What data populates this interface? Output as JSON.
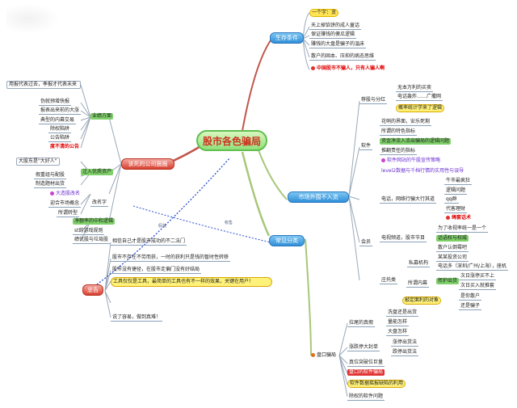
{
  "central": "股市各色骗局",
  "topics": {
    "survival": "生存条件",
    "company": "该死的公司圈圈",
    "market": "市场外围不入流",
    "common": "常见分类",
    "advice": "忠告"
  },
  "survival_items": [
    "一个字：贪",
    "天上掉馅饼的成人童话",
    "保证赚钱的傻瓜逻辑",
    "赚钱的大盘是骗子的温床",
    "散户的固本、压抑的病态思维",
    "中国股市不骗人，只有人骗人啊"
  ],
  "company": {
    "perf_label": "业绩方面",
    "perf_note": "用报代表过去，季报才代表未来",
    "perf_items": [
      "伪就预增快报",
      "报表出来前的大涨",
      "典型的内幕交易",
      "除权陷阱",
      "公告陷阱",
      "度不清的公告"
    ],
    "inject_label": "注入优质资产",
    "inject_note": "大股东是\"大好人\"",
    "inject_items": [
      "假重组与配股",
      "制造题材出货"
    ],
    "rename_label": "大造股改名",
    "rename_items": [
      "改名字",
      "迎合市场概念",
      "所谓转型"
    ],
    "value_label": "净额率的中和逻辑",
    "value_items": [
      "st的游戏规则",
      "绩优股与垃圾股"
    ]
  },
  "advice_items": [
    "相信自己才是股市成功的不二法门",
    "股市不存在不劳而获，一时的获利只是钱的暂时性转移",
    "股市没有捷径，在股市走偏门没有好结局",
    "工具仅仅是工具，最简单的工具也有不一样的效果，关键在用户！",
    "说了容易，做到真难！"
  ],
  "market": {
    "recommend": "荐股与分红",
    "rec_items": [
      "无本万利的买卖",
      "电话轰炸……广撒网",
      "概率统计学来了逻辑"
    ],
    "software": "软件",
    "soft_items": [
      "花哨的界面，安乐死剩",
      "所谓的特色指标",
      "资金净流入流出骗局的逻辑问题",
      "推翻责任的指标",
      "软件网站的牛股宣传策略",
      "level2数据与千档行情的实用性与误导"
    ],
    "phone": "电话，网络行骗大行其道",
    "phone_items": [
      "牛市最疯狂",
      "逻辑问题",
      "qq群",
      "代客理财",
      "绳套话术"
    ],
    "club": "会员",
    "club_items": [
      "电视频道，股市节目",
      "为了收视率统一是一个",
      "话语权与权威",
      "散户认倒霉吧"
    ],
    "private": "私募机构",
    "private_items": [
      "某某投资公司",
      "电话多（深圳/广州/上海），座机"
    ],
    "insider": "庄托类",
    "insider_sub": "所谓内幕",
    "insider_items": [
      "挥护出货",
      "次日涨停买不上",
      "次日买入就推套",
      "是你散户",
      "还是骗子"
    ],
    "inside_note": "敲定面利的对象"
  },
  "common": {
    "stall": "盘口骗局",
    "fake_vol": "拉尾的真假",
    "fake_items": [
      "洗盘还是出货",
      "量能怎样",
      "大盘怎样"
    ],
    "big_sell": "涨跌停大封单",
    "big_items": [
      "涨停出货法",
      "跌停出货法"
    ],
    "other_items": [
      "真位突破位巨量",
      "盘口的软件骗局",
      "软件数据摇报缺陷的利用",
      "除权的软件问题"
    ]
  },
  "link_labels": {
    "a": "假装",
    "b": "帐售"
  }
}
